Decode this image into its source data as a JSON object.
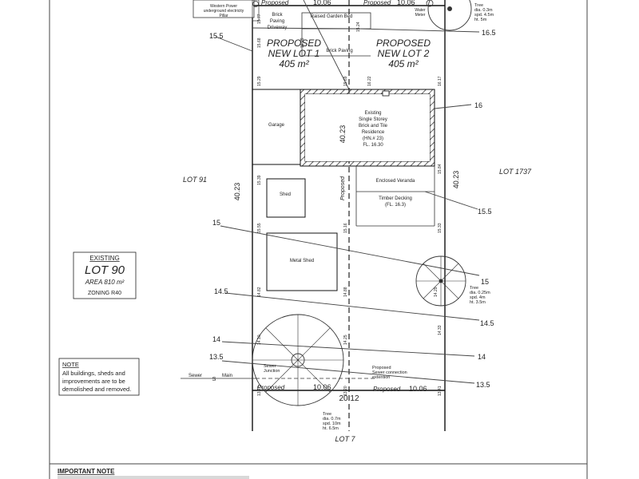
{
  "lots": {
    "new_lot_1": {
      "title": "PROPOSED",
      "subtitle": "NEW LOT 1",
      "area": "405 m²"
    },
    "new_lot_2": {
      "title": "PROPOSED",
      "subtitle": "NEW LOT 2",
      "area": "405 m²"
    },
    "lot_91": "LOT 91",
    "lot_1737": "LOT 1737",
    "lot_7": "LOT 7",
    "existing": {
      "header": "EXISTING",
      "lot": "LOT 90",
      "area": "AREA 810 m²",
      "zoning": "ZONING R40"
    }
  },
  "frontage": {
    "proposed_left": "Proposed",
    "frontage_left": "10.06",
    "proposed_right": "Proposed",
    "frontage_right": "10.06"
  },
  "rear": {
    "proposed_left": "Proposed",
    "value_left": "10.06",
    "proposed_right": "Proposed",
    "value_right": "10.06",
    "total": "20.12"
  },
  "dimensions": {
    "depth_left": "40.23",
    "depth_right": "40.23",
    "depth_centre": "40.23",
    "centre_line": "Proposed"
  },
  "front_features": {
    "pillar_1": "Western Power",
    "pillar_2": "underground electricity",
    "pillar_3": "Pillar",
    "paving_1": "Brick",
    "paving_2": "Paving",
    "paving_3": "Driveway",
    "garden_bed": "Raised Garden Bed",
    "brick_paving": "Brick Paving",
    "water_meter_1": "Water",
    "water_meter_2": "Meter",
    "tree_1": "Tree",
    "tree_2": "dia. 0.3m",
    "tree_3": "spd. 4.5m",
    "tree_4": "ht. 5m"
  },
  "buildings": {
    "garage": "Garage",
    "residence_1": "Existing",
    "residence_2": "Single Storey",
    "residence_3": "Brick and Tile",
    "residence_4": "Residence",
    "residence_5": "(HN.# 23)",
    "residence_6": "FL. 16.30",
    "veranda": "Enclosed Veranda",
    "decking_1": "Timber Decking",
    "decking_2": "(FL. 16.3)",
    "shed": "Shed",
    "metal_shed": "Metal Shed"
  },
  "trees": {
    "mid_1": "Tree",
    "mid_2": "dia. 0.25m",
    "mid_3": "spd. 4m",
    "mid_4": "ht. 3.5m",
    "rear_1": "Tree",
    "rear_2": "dia. 0.7m",
    "rear_3": "spd. 10m",
    "rear_4": "ht. 6.5m"
  },
  "sewer": {
    "junction_1": "Sewer",
    "junction_2": "Junction",
    "main_label": "Sewer",
    "main_symbol": "S",
    "main_word": "Main",
    "connection_1": "Proposed",
    "connection_2": "Sewer connection",
    "connection_3": "extention"
  },
  "contours": {
    "c16_5": "16.5",
    "c15_5_top": "15.5",
    "c16": "16",
    "c15_5": "15.5",
    "c15_left": "15",
    "c15_right": "15",
    "c14_5_left": "14.5",
    "c14_5_right": "14.5",
    "c14_left": "14",
    "c14_right": "14",
    "c13_5_left": "13.5",
    "c13_5_right": "13.5"
  },
  "levels": {
    "l1": "15.77",
    "l2": "15.68",
    "l3": "15.29",
    "l4": "15.24",
    "l5": "15.29",
    "l6": "15.69",
    "l7": "16.22",
    "l8": "16.17",
    "l9": "15.84",
    "l10": "15.39",
    "l11": "15.55",
    "l12": "15.16",
    "l13": "15.33",
    "l14": "14.82",
    "l15": "14.88",
    "l16": "14.29",
    "l17": "14.33",
    "l18": "14.10",
    "l19": "14.25",
    "l20": "13.17",
    "l21": "13.20",
    "l22": "13.41"
  },
  "note": {
    "title": "NOTE",
    "line1": "All buildings, sheds and",
    "line2": "improvements are to be",
    "line3": "demolished and removed."
  },
  "important": "IMPORTANT  NOTE"
}
